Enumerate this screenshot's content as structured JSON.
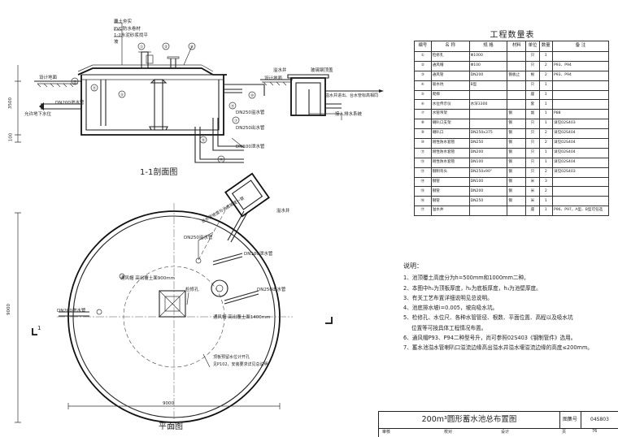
{
  "section": {
    "title": "1-1剖面图",
    "labels": {
      "soil": "覆土夯实",
      "pvc": "PVC防水卷材",
      "mortar": "1:2水泥砂浆找平",
      "slope": "坡",
      "design_ground": "设计地面",
      "design_ground_right": "设计地面",
      "groundwater": "允许地下水位",
      "inlet": "DN200进水管",
      "overflow_well": "溢水井",
      "cover": "玻璃钢顶盖",
      "overflow_note": "溢水井进出、台水管标高相同",
      "to_drain": "接入排水系统",
      "overflow_pipe": "DN250溢水管",
      "outlet_pipe": "DN250出水管",
      "drain_pipe": "DN100泄水管",
      "dim_h": "3500",
      "dim_h2": "100",
      "dim_h3": "Δ"
    },
    "markers": [
      "1",
      "2",
      "3",
      "4",
      "5",
      "6",
      "7",
      "8",
      "9",
      "10",
      "11",
      "12",
      "13",
      "14",
      "15",
      "16",
      "17"
    ]
  },
  "plan": {
    "title": "平面图",
    "labels": {
      "overflow_well": "溢水井",
      "overflow_pipe": "DN250溢水管",
      "drain_pipe": "DN100泄水管",
      "outlet_pipe": "DN250出水管",
      "inlet_pipe": "DN200进水管",
      "vent_900": "通风帽 高出覆土面900mm",
      "vent_1400": "通风帽 高出覆土面1400mm",
      "manhole": "检修孔",
      "level_note": "顶板预留水位计开孔",
      "level_note2": "见P102，安装要求详见总说明",
      "slope_note": "泄水管坡度与池底坡度一致",
      "dim_width": "9000",
      "dim_height": "9000",
      "section_mark": "1"
    }
  },
  "quantity_table": {
    "title": "工程数量表",
    "headers": [
      "编号",
      "名 称",
      "规 格",
      "材料",
      "单位",
      "数量",
      "备 注"
    ],
    "rows": [
      [
        "①",
        "检修孔",
        "Φ1000",
        "",
        "只",
        "1",
        ""
      ],
      [
        "②",
        "通风帽",
        "Φ100",
        "",
        "只",
        "2",
        "P93、P94"
      ],
      [
        "③",
        "通风管",
        "DN200",
        "钢板止",
        "根",
        "2",
        "P93、P94"
      ],
      [
        "④",
        "吸水坑",
        "B型",
        "",
        "只",
        "1",
        ""
      ],
      [
        "⑤",
        "爬梯",
        "",
        "",
        "座",
        "1",
        ""
      ],
      [
        "⑥",
        "水位传示仪",
        "水深3300",
        "",
        "套",
        "1",
        ""
      ],
      [
        "⑦",
        "水管吊架",
        "",
        "钢",
        "副",
        "1",
        "P88"
      ],
      [
        "⑧",
        "喇叭口支架",
        "",
        "钢",
        "只",
        "1",
        "详见02S403"
      ],
      [
        "⑨",
        "喇叭口",
        "DN250x375",
        "钢",
        "只",
        "2",
        "详见02S404"
      ],
      [
        "⑩",
        "刚性防水套管",
        "DN250",
        "钢",
        "只",
        "2",
        "详见02S404"
      ],
      [
        "⑪",
        "刚性防水套管",
        "DN200",
        "钢",
        "只",
        "1",
        "详见02S404"
      ],
      [
        "⑫",
        "刚性防水套管",
        "DN100",
        "钢",
        "只",
        "1",
        "详见02S404"
      ],
      [
        "⑬",
        "钢制弯头",
        "DN250x90°",
        "钢",
        "只",
        "2",
        "详见02S403"
      ],
      [
        "⑭",
        "钢管",
        "DN100",
        "钢",
        "米",
        "3",
        ""
      ],
      [
        "⑮",
        "钢管",
        "DN200",
        "钢",
        "米",
        "2",
        ""
      ],
      [
        "⑯",
        "钢管",
        "DN250",
        "钢",
        "米",
        "1",
        ""
      ],
      [
        "⑰",
        "溢水井",
        "",
        "",
        "座",
        "1",
        "P96、P97，A型、B型可任选"
      ]
    ]
  },
  "notes": {
    "title": "说明：",
    "items": [
      "1、池顶覆土高度分为h=500mm和1000mm二种。",
      "2、本图中h₁为顶板厚度，h₂为底板厚度，h₃为池壁厚度。",
      "3、有关工艺布置详细说明见总说明。",
      "4、池底排水坡i=0.005，坡向吸水坑。",
      "5、检修孔、水位尺、各种水管管径、根数、平面位置、高程以及吸水坑",
      "位置等可按具体工程情况布置。",
      "6、通风帽P93、P94二种型号升，尚可参照02S403《钢制管件》选用。",
      "7、蓄水池溢水管喇叭口溢流边缘高出溢水井溢水堰溢流边缘的高度≤200mm。"
    ]
  },
  "title_block": {
    "drawing_title": "200m³圆形蓄水池总布置图",
    "atlas_label": "图集号",
    "atlas_no": "04S803",
    "row2": [
      "审核",
      "",
      "校对",
      "",
      "设计",
      "",
      "页",
      "76"
    ]
  }
}
